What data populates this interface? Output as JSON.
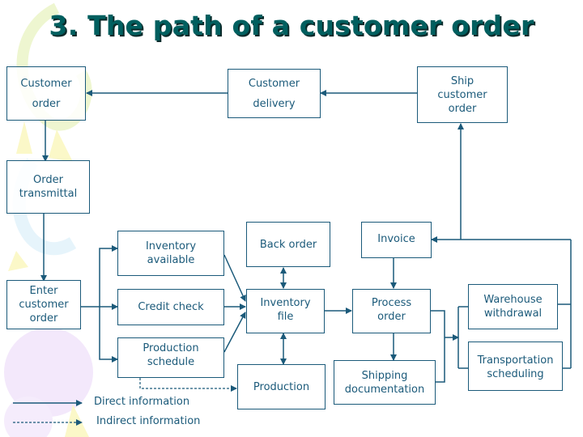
{
  "title": "3. The path of a customer order",
  "colors": {
    "line": "#1b5a7a",
    "title": "#005f5f",
    "title_shadow": "#0a2a2a"
  },
  "nodes": {
    "customer_order": "Customer\norder",
    "customer_delivery": "Customer\ndelivery",
    "ship_customer_order": "Ship\ncustomer\norder",
    "order_transmittal": "Order\ntransmittal",
    "inventory_available": "Inventory\navailable",
    "back_order": "Back order",
    "invoice": "Invoice",
    "enter_customer_order": "Enter\ncustomer\norder",
    "credit_check": "Credit check",
    "inventory_file": "Inventory\nfile",
    "process_order": "Process\norder",
    "warehouse_withdrawal": "Warehouse\nwithdrawal",
    "production_schedule": "Production\nschedule",
    "production": "Production",
    "shipping_documentation": "Shipping\ndocumentation",
    "transportation_scheduling": "Transportation\nscheduling"
  },
  "legend": {
    "direct": "Direct information",
    "indirect": "Indirect information"
  }
}
